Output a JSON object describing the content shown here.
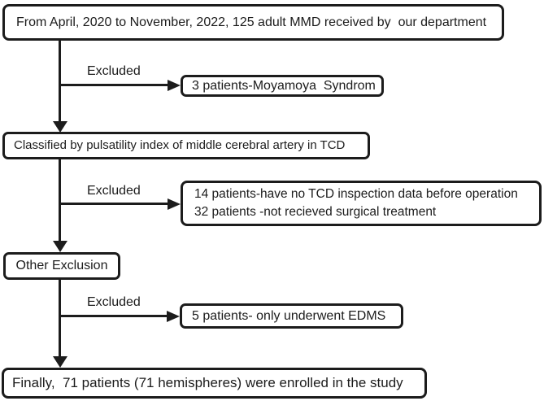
{
  "figure": {
    "boxes": {
      "recruitment": "From April, 2020 to November, 2022, 125 adult MMD received by  our department",
      "moyamoya_syndrome": "3 patients-Moyamoya  Syndrom",
      "classified": "Classified by pulsatility index of middle cerebral artery in TCD",
      "tcd_exclusion_line1": "14 patients-have no TCD inspection data before operation",
      "tcd_exclusion_line2": "32 patients -not recieved surgical treatment",
      "other_exclusion": "Other Exclusion",
      "edms_exclusion": "5 patients- only underwent EDMS",
      "final": "Finally,  71 patients (71 hemispheres) were enrolled in the study"
    },
    "edge_labels": {
      "excluded_1": "Excluded",
      "excluded_2": "Excluded",
      "excluded_3": "Excluded"
    },
    "colors": {
      "stroke": "#1c1c1c",
      "box_fill": "#ffffff",
      "text": "#1c1c1c",
      "background": "#ffffff"
    }
  }
}
